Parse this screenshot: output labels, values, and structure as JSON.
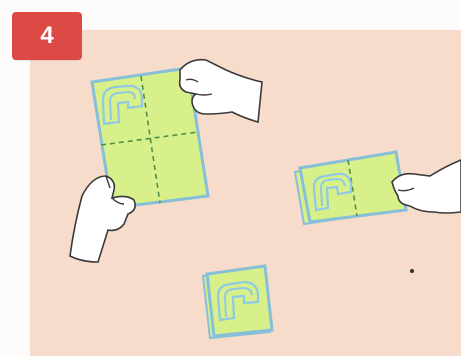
{
  "step": {
    "number": "4",
    "badge_color": "#dc4a45"
  },
  "colors": {
    "background": "#f8dccb",
    "paper": "#d8f08a",
    "paper_edge": "#86bfd7",
    "fold_lines": "#4f8f4a",
    "motif_outline": "#8fc9e4",
    "skin": "#ffffff",
    "outline": "#3a3a3a"
  },
  "illustration": {
    "sequence": [
      "open-paper-held-in-hands",
      "paper-folded-in-half",
      "paper-folded-in-quarters"
    ],
    "motif": "sidewalk-c-shape-motif"
  }
}
